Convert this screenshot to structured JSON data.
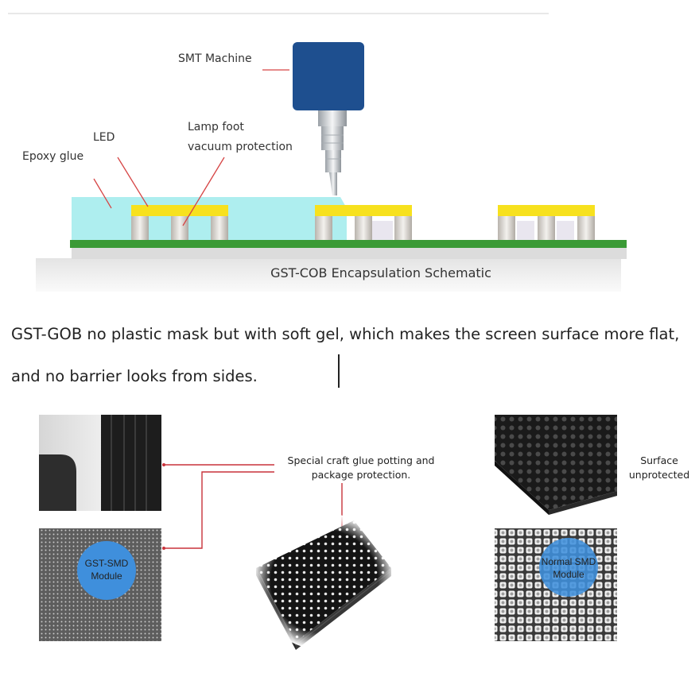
{
  "schematic": {
    "labels": {
      "smt_machine": "SMT Machine",
      "led": "LED",
      "lamp_foot_line1": "Lamp foot",
      "lamp_foot_line2": "vacuum protection",
      "epoxy_glue": "Epoxy glue",
      "caption": "GST-COB Encapsulation Schematic"
    },
    "colors": {
      "machine_body": "#1e4f8f",
      "epoxy": "#aeeeef",
      "led": "#f7e11e",
      "pcb": "#3a9a35",
      "base": "#dcdcdc",
      "leader_line": "#d64545"
    }
  },
  "paragraph": {
    "line1": "GST-GOB no plastic mask but with soft gel, which makes the screen surface more flat,",
    "line2": "and no barrier looks from sides."
  },
  "photos": {
    "craft_label_line1": "Special craft glue potting and",
    "craft_label_line2": "package protection.",
    "gst_module_line1": "GST-SMD",
    "gst_module_line2": "Module",
    "surface_line1": "Surface",
    "surface_line2": "unprotected",
    "normal_module_line1": "Normal SMD",
    "normal_module_line2": "Module",
    "colors": {
      "badge": "#3f8fdc",
      "connector": "#c8323a"
    }
  }
}
